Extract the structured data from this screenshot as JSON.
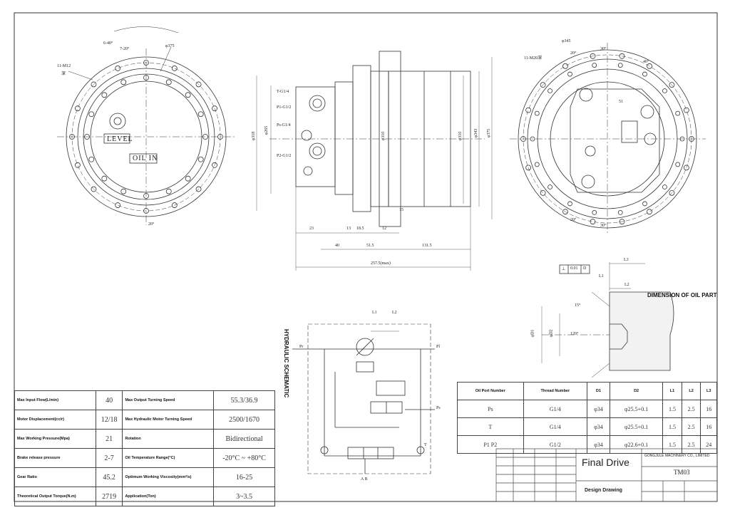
{
  "front_view": {
    "labels": {
      "holes": "11-M12",
      "holes_sub": "深",
      "ang_a": "6-40°",
      "ang_b": "7-20°",
      "dia": "φ375",
      "bottom_ang": "20°",
      "level": "LEVEL",
      "oil_in": "OIL IN"
    }
  },
  "side_view": {
    "labels": {
      "port_t": "T-G1/4",
      "port_p1": "P1-G1/2",
      "port_ps": "Ps-G1/4",
      "port_p2": "P2-G1/2",
      "d_left": "φ318",
      "d_left2": "φ265",
      "d_mid": "φ310",
      "d_right1": "φ310",
      "d_right2": "φ343",
      "d_right3": "φ375",
      "dim_23": "23",
      "dim_13": "13",
      "dim_185": "18.5",
      "dim_12": "12",
      "dim_15": "15",
      "dim_40": "40",
      "dim_515": "51.5",
      "dim_1315": "131.5",
      "total": "257.5(max)"
    }
  },
  "rear_view": {
    "labels": {
      "holes": "11-M20深",
      "dia": "φ345",
      "ang_a": "20°",
      "ang_b": "30°",
      "ang_c": "40°",
      "dim_51": "51",
      "bottom_a": "20°",
      "bottom_b": "30°"
    }
  },
  "oil_part": {
    "title": "DIMENSION OF OIL PART",
    "tol_a": "⊥",
    "tol_b": "0.01",
    "tol_c": "D",
    "l1": "L1",
    "l2": "L2",
    "l3": "L3",
    "angle": "15°",
    "d1": "φD1",
    "d2": "φD2",
    "angle2": "120°"
  },
  "hydraulic": {
    "title": "HYDRAULIC SCHEMATIC",
    "l1": "L1",
    "l2": "L2",
    "pr": "Pr",
    "pl": "Pl",
    "ps": "Ps",
    "tport": "T",
    "bottom": "A B"
  },
  "spec_table": {
    "rows": [
      {
        "label": "Max Input Flow(L/min)",
        "value": "40",
        "label2": "Max Output Turning Speed",
        "value2": "55.3/36.9"
      },
      {
        "label": "Motor Displacement(cc/r)",
        "value": "12/18",
        "label2": "Max Hydraulic Motor Turning Speed",
        "value2": "2500/1670"
      },
      {
        "label": "Max Working Pressure(Mpa)",
        "value": "21",
        "label2": "Rotation",
        "value2": "Bidirectional"
      },
      {
        "label": "Brake release pressure",
        "value": "2-7",
        "label2": "Oil Temperature Range(°C)",
        "value2": "-20°C ~ +80°C"
      },
      {
        "label": "Gear Ratio",
        "value": "45.2",
        "label2": "Optimum Working Viscosity(mm²/s)",
        "value2": "16-25"
      },
      {
        "label": "Theoretical Output Torque(N.m)",
        "value": "2719",
        "label2": "Application(Ton)",
        "value2": "3~3.5"
      }
    ]
  },
  "oil_table": {
    "headers": [
      "Oil Port Number",
      "Thread Number",
      "D1",
      "D2",
      "L1",
      "L2",
      "L3"
    ],
    "rows": [
      [
        "Ps",
        "G1/4",
        "φ34",
        "φ25.5+0.1",
        "1.5",
        "2.5",
        "16"
      ],
      [
        "T",
        "G1/4",
        "φ34",
        "φ25.5+0.1",
        "1.5",
        "2.5",
        "16"
      ],
      [
        "P1 P2",
        "G1/2",
        "φ34",
        "φ22.6+0.1",
        "1.5",
        "2.5",
        "24"
      ]
    ]
  },
  "title_block": {
    "product": "Final Drive",
    "subtitle": "Design Drawing",
    "model": "TM03",
    "company": "GONGJULE MACHINERY CO., LIMITED"
  }
}
